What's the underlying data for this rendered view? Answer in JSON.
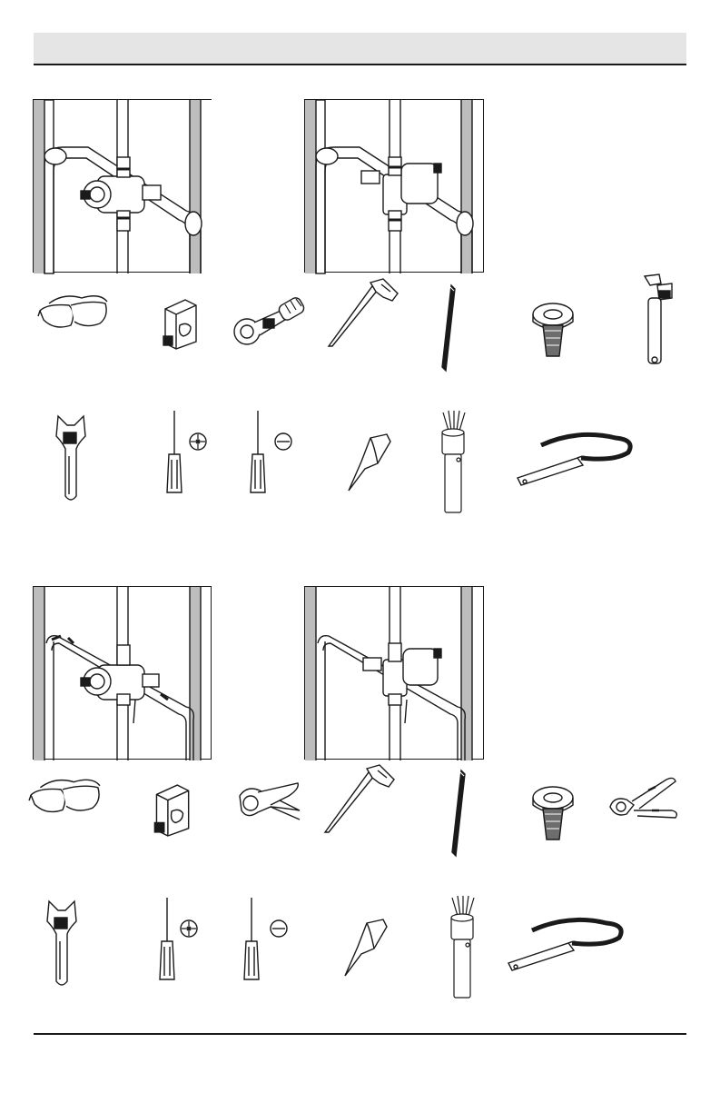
{
  "colors": {
    "line": "#1a1a1a",
    "stud_gray": "#bdbdbd",
    "header_gray": "#e5e5e5",
    "thread_tape": "#6d6d6d"
  },
  "sections": [
    {
      "name": "copper-pipe",
      "figures": [
        {
          "name": "valve-diagram-side-view",
          "valve": "front-facing"
        },
        {
          "name": "valve-diagram-rotated-view",
          "valve": "side-facing"
        }
      ],
      "tools_row_1": [
        {
          "name": "safety-glasses-icon"
        },
        {
          "name": "tape-measure-icon"
        },
        {
          "name": "tubing-cutter-icon"
        },
        {
          "name": "keyhole-saw-icon"
        },
        {
          "name": "drill-bit-icon"
        },
        {
          "name": "thread-tape-icon"
        },
        {
          "name": "pipe-wrench-icon"
        }
      ],
      "tools_row_2": [
        {
          "name": "adjustable-wrench-icon"
        },
        {
          "name": "phillips-screwdriver-icon"
        },
        {
          "name": "flat-screwdriver-icon"
        },
        {
          "name": "sealant-tube-icon"
        },
        {
          "name": "flashlight-icon"
        },
        {
          "name": "strap-wrench-icon"
        }
      ]
    },
    {
      "name": "pex-pipe",
      "figures": [
        {
          "name": "valve-diagram-pex-side-view",
          "valve": "front-facing"
        },
        {
          "name": "valve-diagram-pex-rotated-view",
          "valve": "side-facing"
        }
      ],
      "tools_row_1": [
        {
          "name": "safety-glasses-icon"
        },
        {
          "name": "tape-measure-icon"
        },
        {
          "name": "pex-cutter-icon"
        },
        {
          "name": "keyhole-saw-icon"
        },
        {
          "name": "drill-bit-icon"
        },
        {
          "name": "thread-tape-icon"
        },
        {
          "name": "crimp-tool-icon"
        }
      ],
      "tools_row_2": [
        {
          "name": "adjustable-wrench-icon"
        },
        {
          "name": "phillips-screwdriver-icon"
        },
        {
          "name": "flat-screwdriver-icon"
        },
        {
          "name": "sealant-tube-icon"
        },
        {
          "name": "flashlight-icon"
        },
        {
          "name": "strap-wrench-icon"
        }
      ]
    }
  ]
}
